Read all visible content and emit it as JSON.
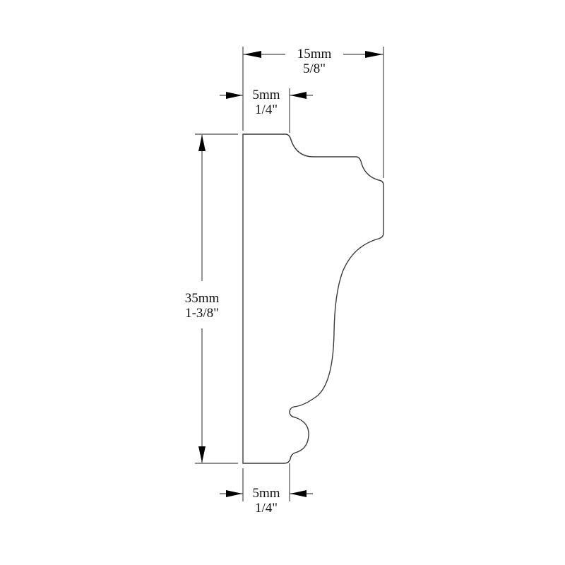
{
  "diagram": {
    "type": "molding-profile-cross-section",
    "colors": {
      "background": "#ffffff",
      "line": "#3a3a3a",
      "arrow": "#000000",
      "text": "#111111"
    },
    "dimensions": {
      "overall_width": {
        "metric": "15mm",
        "imperial": "5/8\""
      },
      "top_flat_width": {
        "metric": "5mm",
        "imperial": "1/4\""
      },
      "height": {
        "metric": "35mm",
        "imperial": "1-3/8\""
      },
      "bottom_flat_width": {
        "metric": "5mm",
        "imperial": "1/4\""
      }
    }
  }
}
